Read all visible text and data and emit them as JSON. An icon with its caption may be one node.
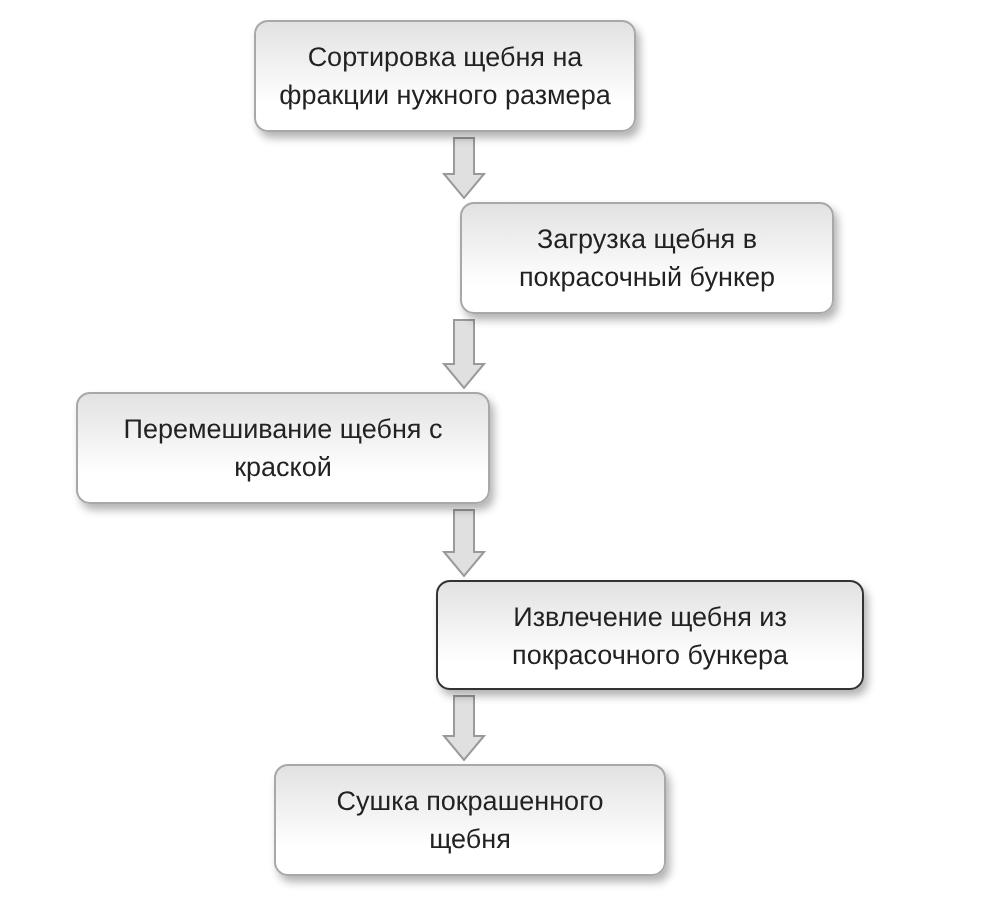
{
  "diagram": {
    "nodes": [
      {
        "text": [
          "Сортировка щебня на фракции нужного размера"
        ]
      },
      {
        "text": [
          "Загрузка щебня в покрасочный бункер"
        ]
      },
      {
        "text": [
          "Перемешивание щебня с краской"
        ]
      },
      {
        "text": [
          "Извлечение щебня из покрасочного бункера"
        ]
      },
      {
        "text": [
          "Сушка покрашенного щебня"
        ]
      }
    ],
    "edges": [
      {
        "from": 0,
        "to": 1,
        "arrow": "to"
      },
      {
        "from": 1,
        "to": 2,
        "arrow": "to"
      },
      {
        "from": 2,
        "to": 3,
        "arrow": "to"
      },
      {
        "from": 3,
        "to": 4,
        "arrow": "to"
      }
    ]
  }
}
